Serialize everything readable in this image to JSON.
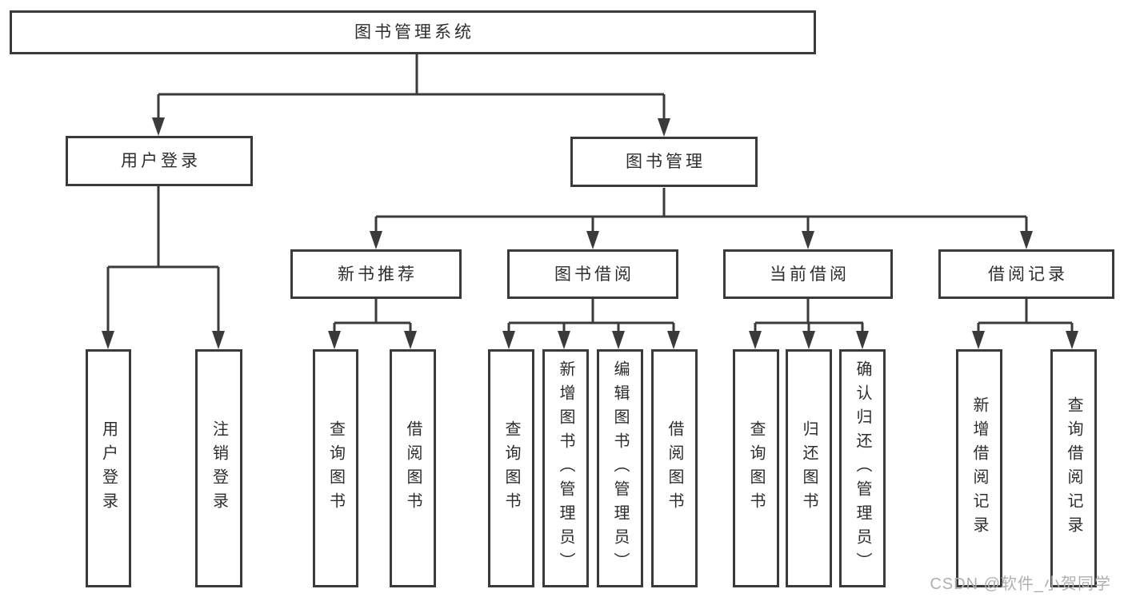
{
  "tree": {
    "root": "图书管理系统",
    "branches": [
      {
        "label": "用户登录",
        "children": [
          "用户登录",
          "注销登录"
        ]
      },
      {
        "label": "图书管理",
        "groups": [
          {
            "label": "新书推荐",
            "children": [
              "查询图书",
              "借阅图书"
            ]
          },
          {
            "label": "图书借阅",
            "children": [
              "查询图书",
              "新增图书（管理员）",
              "编辑图书（管理员）",
              "借阅图书"
            ]
          },
          {
            "label": "当前借阅",
            "children": [
              "查询图书",
              "归还图书",
              "确认归还（管理员）"
            ]
          },
          {
            "label": "借阅记录",
            "children": [
              "新增借阅记录",
              "查询借阅记录"
            ]
          }
        ]
      }
    ]
  },
  "watermark": "CSDN @软件_小贺同学",
  "colors": {
    "line": "#3a3a3a",
    "text": "#2d2d2d",
    "watermark": "#b0b0b0",
    "background": "#ffffff"
  }
}
